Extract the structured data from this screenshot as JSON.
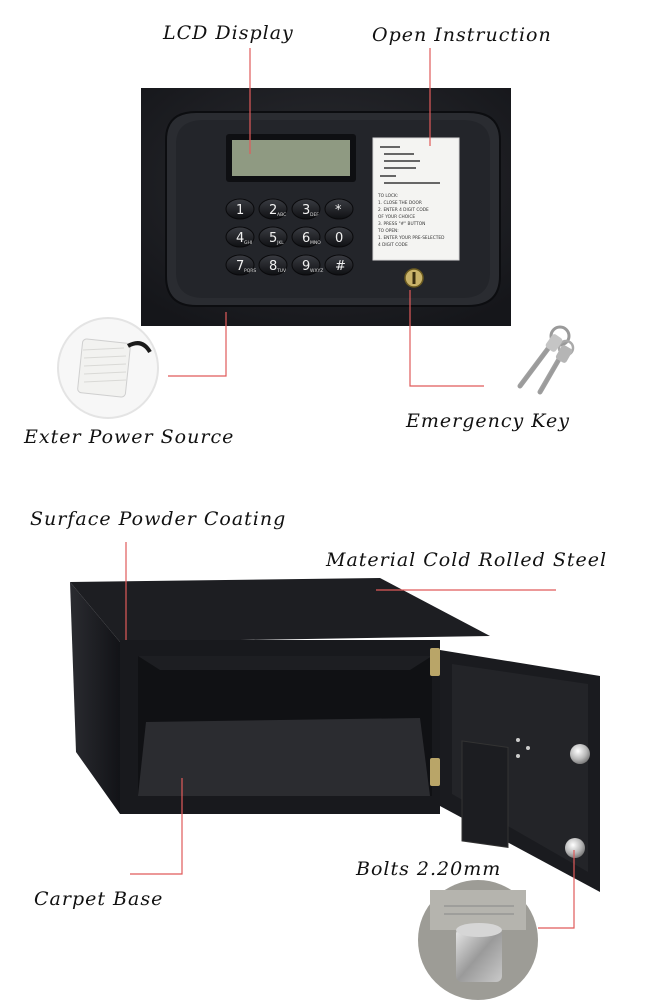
{
  "labels": {
    "lcd_display": "LCD Display",
    "open_instruction": "Open Instruction",
    "exter_power_source": "Exter Power Source",
    "emergency_key": "Emergency Key",
    "surface_powder_coating": "Surface Powder Coating",
    "material": "Material Cold Rolled Steel",
    "carpet_base": "Carpet Base",
    "bolts": "Bolts 2.20mm"
  },
  "keypad": {
    "row1": [
      "1",
      "2",
      "3",
      "*"
    ],
    "row1_sub": [
      "",
      "ABC",
      "DEF",
      ""
    ],
    "row2": [
      "4",
      "5",
      "6",
      "0"
    ],
    "row2_sub": [
      "GHI",
      "JKL",
      "MNO",
      ""
    ],
    "row3": [
      "7",
      "8",
      "9",
      "#"
    ],
    "row3_sub": [
      "PQRS",
      "TUV",
      "WXYZ",
      ""
    ]
  },
  "instruction_card": {
    "lines": [
      "TO LOCK:",
      "1. CLOSE THE DOOR",
      "2. ENTER 4 DIGIT CODE",
      "OF YOUR CHOICE",
      "3. PRESS \"#\" BUTTON",
      "TO OPEN:",
      "1. ENTER YOUR PRE-SELECTED",
      "4 DIGIT CODE"
    ]
  },
  "colors": {
    "callout_line": "#e05a5a",
    "safe_body": "#1b1c20",
    "panel": "#26282c",
    "lcd": "#8f9a82"
  }
}
